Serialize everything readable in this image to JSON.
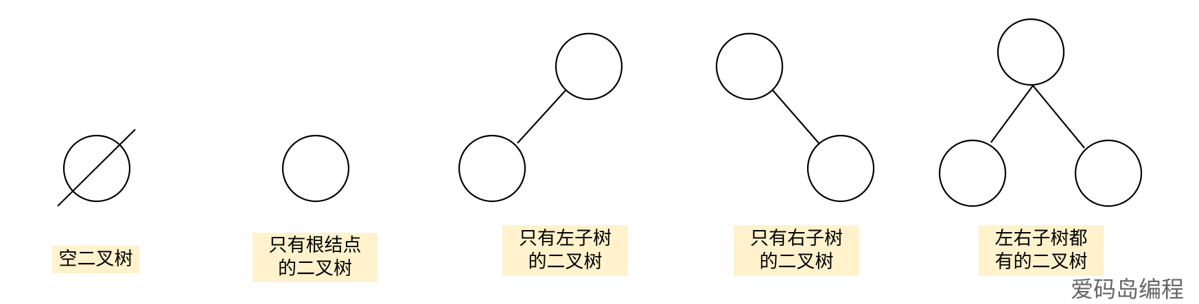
{
  "diagrams": [
    {
      "label_lines": [
        "空二叉树"
      ]
    },
    {
      "label_lines": [
        "只有根结点",
        "的二叉树"
      ]
    },
    {
      "label_lines": [
        "只有左子树",
        "的二叉树"
      ]
    },
    {
      "label_lines": [
        "只有右子树",
        "的二叉树"
      ]
    },
    {
      "label_lines": [
        "左右子树都",
        "有的二叉树"
      ]
    }
  ],
  "watermark": "爱码岛编程",
  "colors": {
    "label_background": "#fff2cc",
    "stroke": "#000000",
    "watermark": "#666666"
  }
}
